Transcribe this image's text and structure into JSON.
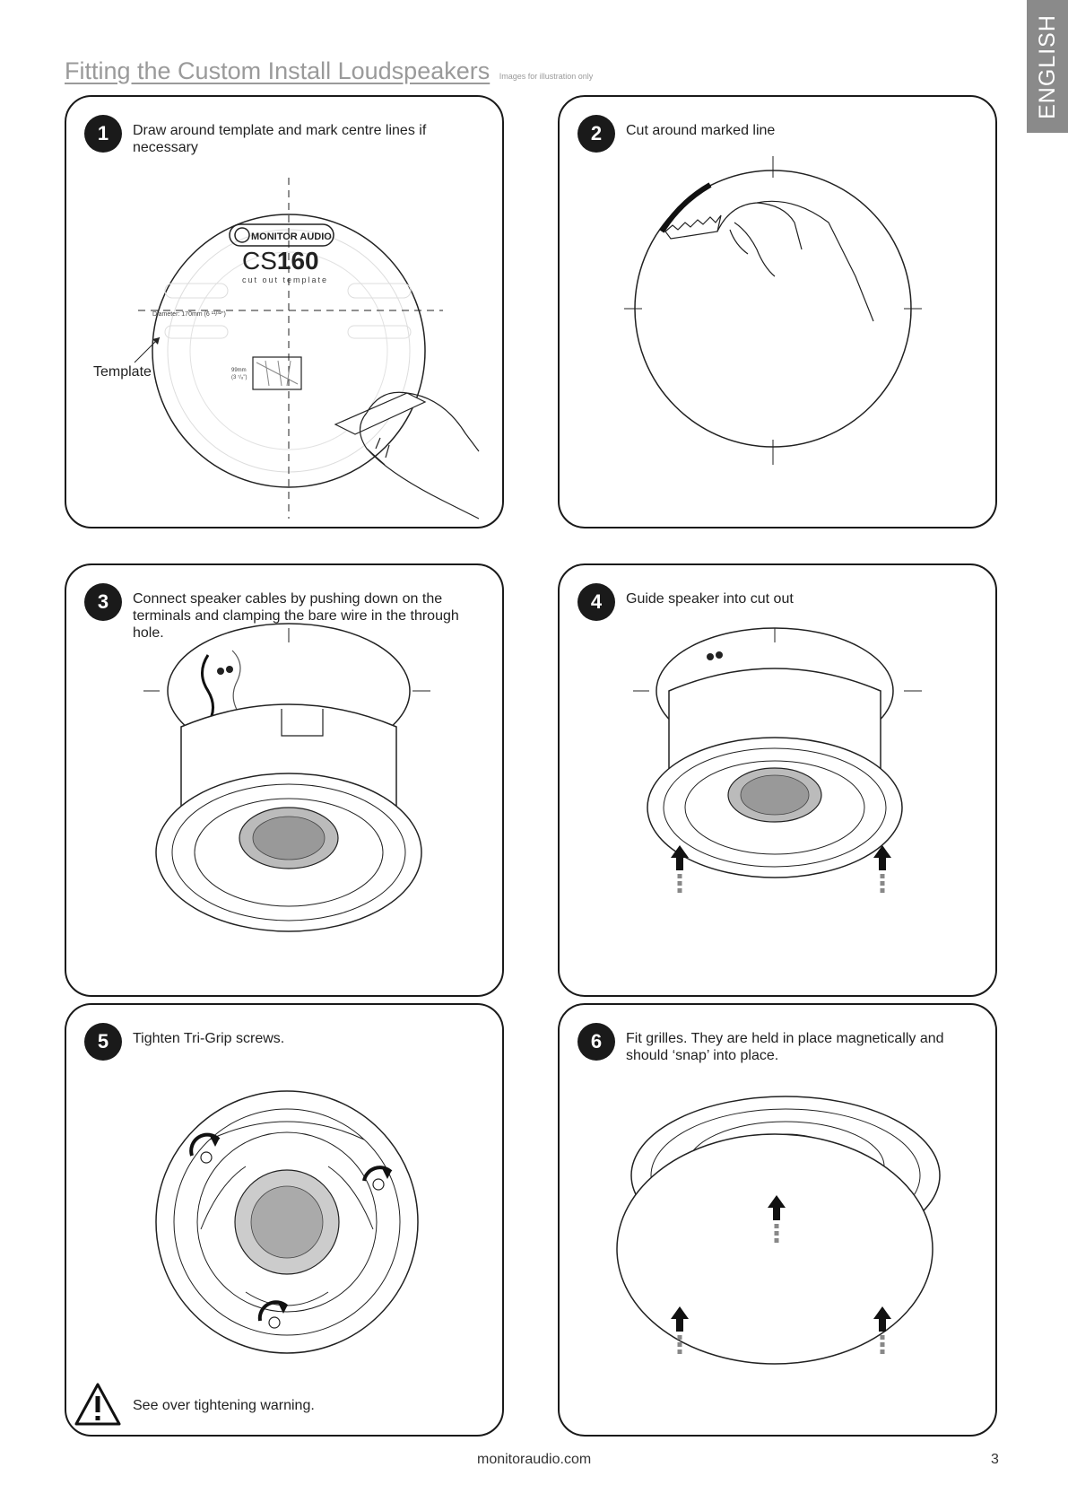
{
  "side_tab": {
    "language": "ENGLISH"
  },
  "header": {
    "title": "Fitting the Custom Install Loudspeakers",
    "note": "Images for illustration only"
  },
  "steps": [
    {
      "number": "1",
      "text": "Draw around template and mark centre lines if necessary"
    },
    {
      "number": "2",
      "text": "Cut around marked line"
    },
    {
      "number": "3",
      "text": "Connect speaker cables by pushing down on the terminals and clamping the bare wire in the through hole."
    },
    {
      "number": "4",
      "text": "Guide speaker into cut out"
    },
    {
      "number": "5",
      "text": "Tighten Tri-Grip screws."
    },
    {
      "number": "6",
      "text": "Fit grilles. They are held in place magnetically and should ‘snap’ into place."
    }
  ],
  "template": {
    "brand": "MONITOR AUDIO",
    "model_prefix": "CS",
    "model_number": "160",
    "subtitle": "cut out template",
    "diameter": "Diameter: 170mm (6 ¹¹/³²\")",
    "depth_mm": "99mm",
    "depth_in": "(3 ⁷/₈\")",
    "label": "Template"
  },
  "warning": {
    "text": "See over tightening warning."
  },
  "footer": {
    "url": "monitoraudio.com",
    "page": "3"
  }
}
